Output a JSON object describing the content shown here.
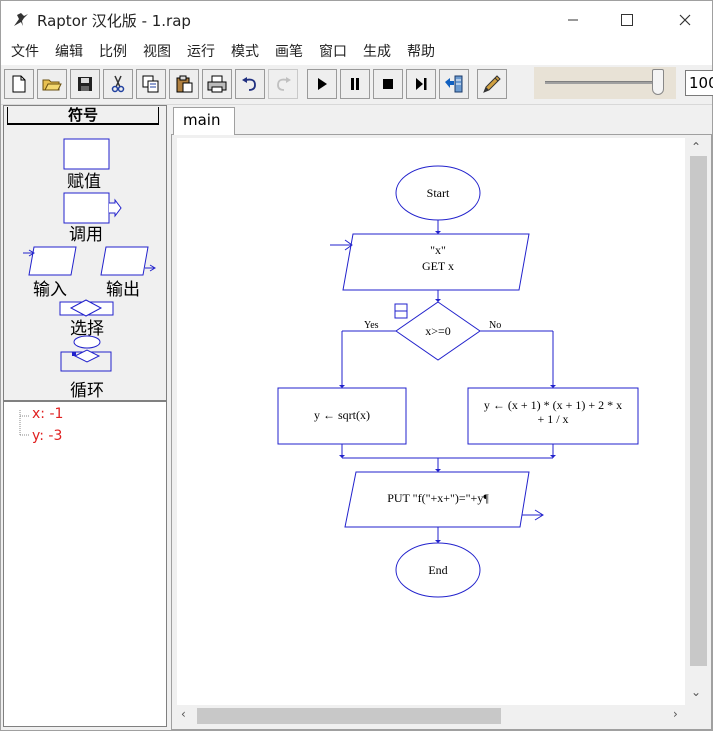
{
  "window": {
    "title": "Raptor 汉化版 - 1.rap"
  },
  "menu": [
    "文件",
    "编辑",
    "比例",
    "视图",
    "运行",
    "模式",
    "画笔",
    "窗口",
    "生成",
    "帮助"
  ],
  "toolbar": {
    "buttons": [
      "new-file-icon",
      "open-folder-icon",
      "save-icon",
      "cut-icon",
      "copy-icon",
      "paste-icon",
      "print-icon",
      "undo-icon",
      "redo-icon",
      "play-icon",
      "pause-icon",
      "stop-icon",
      "step-icon",
      "test-server-icon",
      "pen-icon"
    ],
    "zoom": "100"
  },
  "symbols": {
    "header": "符号",
    "assign": "赋值",
    "call": "调用",
    "input": "输入",
    "output": "输出",
    "select": "选择",
    "loop": "循环"
  },
  "variables": [
    {
      "text": "x: -1"
    },
    {
      "text": "y: -3"
    }
  ],
  "tabs": {
    "main": "main"
  },
  "flowchart": {
    "start": "Start",
    "input_prompt": "\"x\"",
    "input_get": "GET x",
    "condition": "x>=0",
    "yes": "Yes",
    "no": "No",
    "assign_yes": "y ← sqrt(x)",
    "assign_no_line1": "y ← (x + 1) * (x + 1) + 2 * x",
    "assign_no_line2": "+ 1 / x",
    "output": "PUT \"f(\"+x+\")=\"+y¶",
    "end": "End"
  },
  "colors": {
    "flow_stroke": "#2222cc",
    "var_text": "#e02020"
  }
}
